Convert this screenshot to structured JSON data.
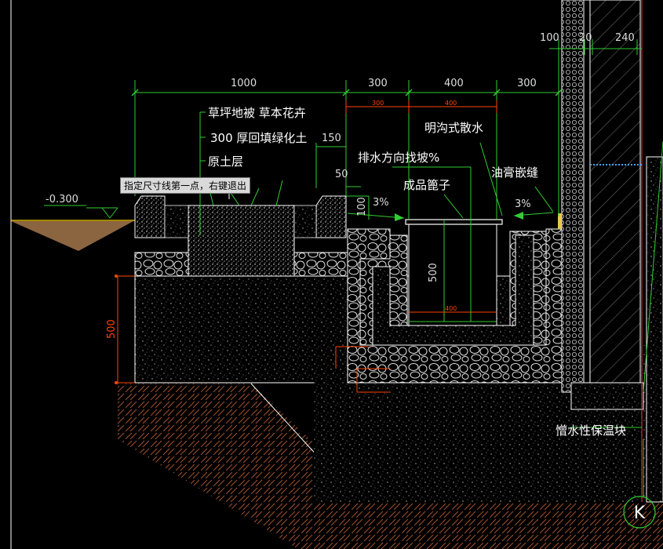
{
  "drawing": {
    "dimensions_top": [
      "1000",
      "300",
      "400",
      "300"
    ],
    "dimensions_top_red": [
      "300",
      "400"
    ],
    "dimensions_wall": [
      "100",
      "20",
      "240"
    ],
    "dimension_150": "150",
    "dimension_50": "50",
    "dimension_100": "100",
    "dimension_500_left": "500",
    "dimension_500_channel": "500",
    "dimension_400_bottom": "400",
    "elevation": "-0.300",
    "slope_left": "3%",
    "slope_right": "3%",
    "grid_axis": "K"
  },
  "labels": {
    "lawn_cover": "草坪地被 草本花卉",
    "backfill": "300  厚回填绿化土",
    "original_soil": "原土层",
    "open_drain": "明沟式散水",
    "drain_slope": "排水方向找坡%",
    "grate": "成品篦子",
    "asphalt_joint": "油膏嵌缝",
    "insulation": "憎水性保温块"
  },
  "command_prompt": "指定尺寸线第一点，右键退出"
}
